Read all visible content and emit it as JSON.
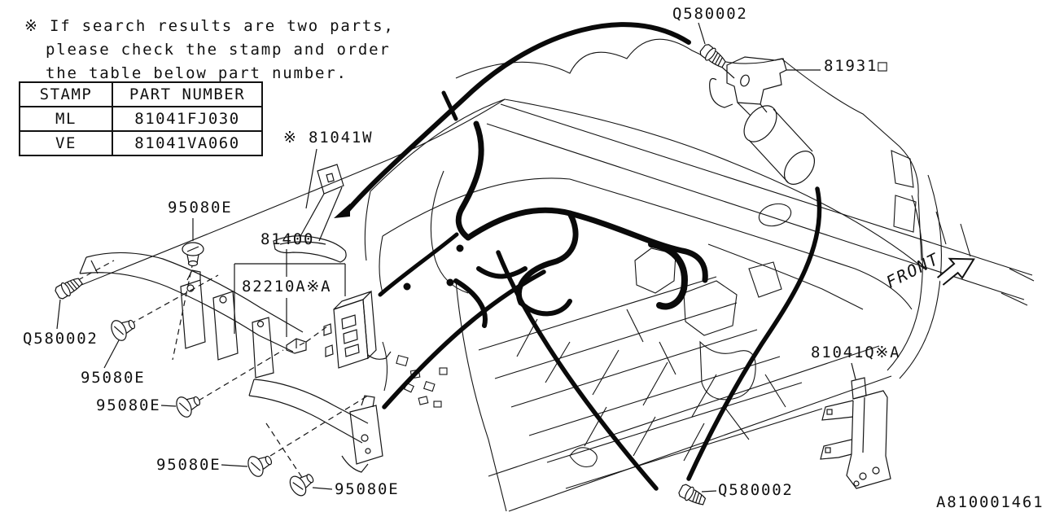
{
  "note": {
    "line1": "※ If search results are two parts,",
    "line2": "please check the stamp and order",
    "line3": "the table below part number."
  },
  "table": {
    "headers": {
      "stamp": "STAMP",
      "part_number": "PART NUMBER"
    },
    "rows": [
      {
        "stamp": "ML",
        "part_number": "81041FJ030"
      },
      {
        "stamp": "VE",
        "part_number": "81041VA060"
      }
    ]
  },
  "labels": {
    "q580002_top": "Q580002",
    "p81931": "81931□",
    "p81041w": "※ 81041W",
    "p95080e_1": "95080E",
    "p81400": "81400",
    "p82210a": "82210A※A",
    "q580002_left": "Q580002",
    "p95080e_2": "95080E",
    "p95080e_3": "95080E",
    "p95080e_4": "95080E",
    "p95080e_5": "95080E",
    "p81041q": "81041Q※A",
    "q580002_bottom": "Q580002",
    "front": "FRONT",
    "diagram_id": "A810001461"
  },
  "icons": {
    "bolt_icon": "hex-flange-bolt",
    "clip_icon": "mushroom-grommet-pin",
    "front_arrow_icon": "outline-block-arrow",
    "harness": "thick-wiring-harness-strokes"
  },
  "colors": {
    "line": "#111111",
    "background": "#ffffff"
  }
}
